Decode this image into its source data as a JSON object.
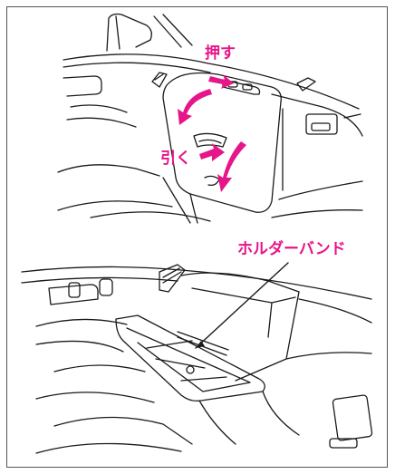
{
  "labels": {
    "push": "押す",
    "pull": "引く",
    "holder_band": "ホルダーバンド"
  },
  "colors": {
    "accent_magenta": "#e6168a",
    "line": "#1a1a1a",
    "frame": "#555555",
    "background": "#ffffff"
  }
}
